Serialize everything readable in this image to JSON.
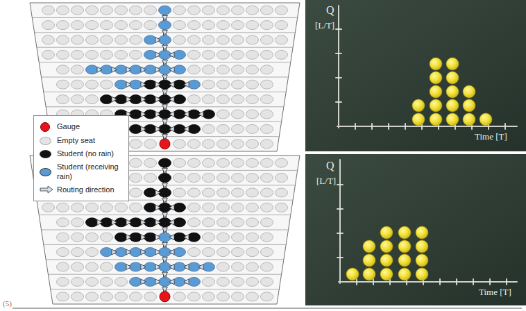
{
  "diagram": {
    "labels": [
      "Q",
      "[L/T]",
      "Time [T]",
      "Q",
      "[L/T]",
      "Time [T]",
      "(5)"
    ],
    "legend": [
      {
        "text": "Gauge",
        "color": "#e8141b"
      },
      {
        "text": "Empty seat",
        "color": "#e4e4e4"
      },
      {
        "text": "Student (no rain)",
        "color": "#111111"
      },
      {
        "text": "Student (receiving rain)",
        "color": "#5b9bd5"
      },
      {
        "text": "Routing direction"
      }
    ]
  }
}
